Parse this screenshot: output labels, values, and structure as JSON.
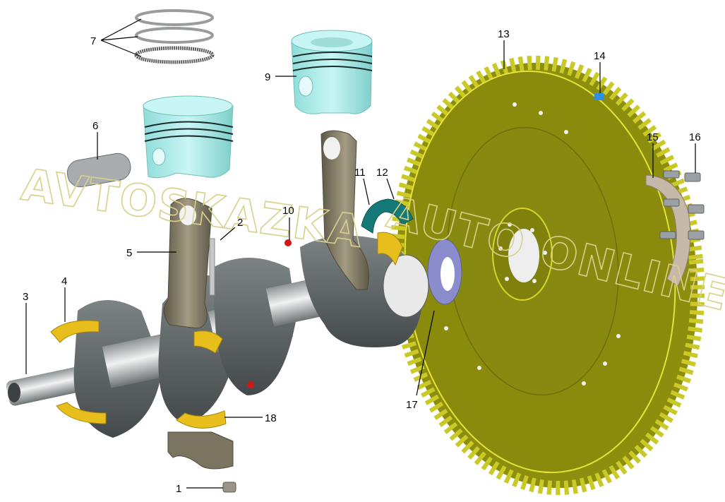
{
  "diagram": {
    "title": "Crankshaft, pistons and flywheel exploded view",
    "watermark": [
      "AVTOSKAZKA",
      "AUTO ONLINE"
    ],
    "callouts": [
      {
        "id": "1",
        "label": "1"
      },
      {
        "id": "2",
        "label": "2"
      },
      {
        "id": "3",
        "label": "3"
      },
      {
        "id": "4",
        "label": "4"
      },
      {
        "id": "5",
        "label": "5"
      },
      {
        "id": "6",
        "label": "6"
      },
      {
        "id": "7",
        "label": "7"
      },
      {
        "id": "9",
        "label": "9"
      },
      {
        "id": "10",
        "label": "10"
      },
      {
        "id": "11",
        "label": "11"
      },
      {
        "id": "12",
        "label": "12"
      },
      {
        "id": "13",
        "label": "13"
      },
      {
        "id": "14",
        "label": "14"
      },
      {
        "id": "15",
        "label": "15"
      },
      {
        "id": "16",
        "label": "16"
      },
      {
        "id": "17",
        "label": "17"
      },
      {
        "id": "18",
        "label": "18"
      }
    ],
    "colors": {
      "flywheel": "#a3a414",
      "flywheel_light": "#d6d62a",
      "piston": "#a6ecea",
      "crank": "#5f6566",
      "rod": "#7b7460",
      "bearing": "#e8be1c",
      "seal": "#137a78",
      "oil_seal": "#8a8ccc",
      "bolt": "#9aa0a3"
    }
  }
}
